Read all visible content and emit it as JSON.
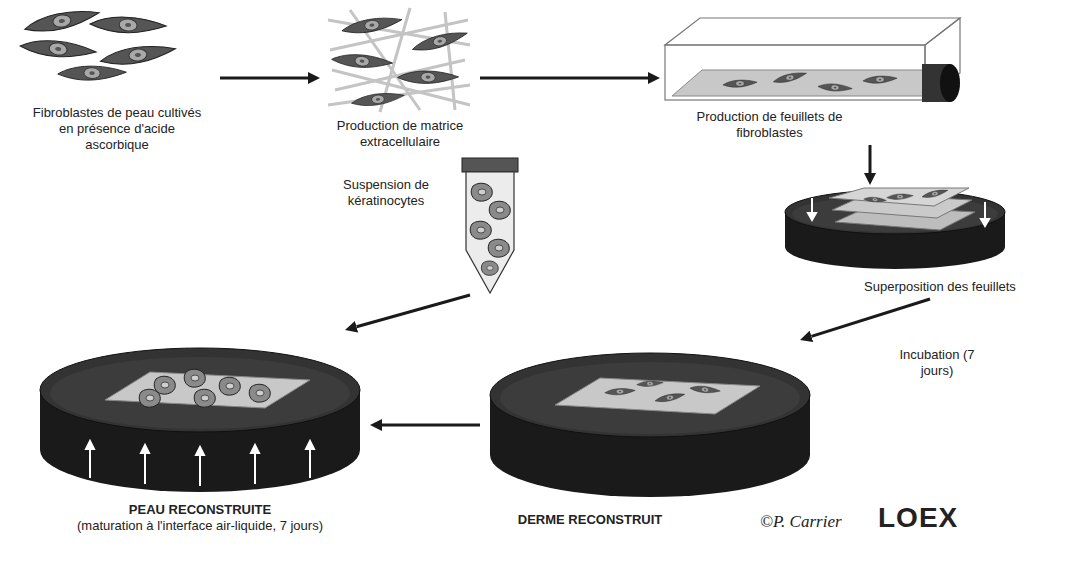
{
  "diagram": {
    "nodes": [
      {
        "text": [
          "Fibroblastes de peau cultivés en présence d'acide ascorbique"
        ]
      },
      {
        "text": [
          "Production de matrice extracellulaire"
        ]
      },
      {
        "text": [
          "Production de feuillets de fibroblastes"
        ]
      },
      {
        "text": [
          "Superposition des feuillets"
        ]
      },
      {
        "text": [
          "DERME RECONSTRUIT"
        ]
      },
      {
        "text": [
          "Suspension de kératinocytes"
        ]
      },
      {
        "text": [
          "PEAU RECONSTRUITE",
          "(maturation à l'interface air-liquide, 7 jours)"
        ]
      }
    ],
    "edges": [
      {
        "from": 0,
        "to": 1,
        "arrow": "to"
      },
      {
        "from": 1,
        "to": 2,
        "arrow": "to"
      },
      {
        "from": 2,
        "to": 3,
        "arrow": "to"
      },
      {
        "from": 3,
        "to": 4,
        "label": "Incubation (7 jours)",
        "arrow": "to"
      },
      {
        "from": 4,
        "to": 6,
        "arrow": "to"
      },
      {
        "from": 5,
        "to": 6,
        "arrow": "to"
      }
    ],
    "labels": [
      "©P. Carrier",
      "LOEX"
    ]
  }
}
